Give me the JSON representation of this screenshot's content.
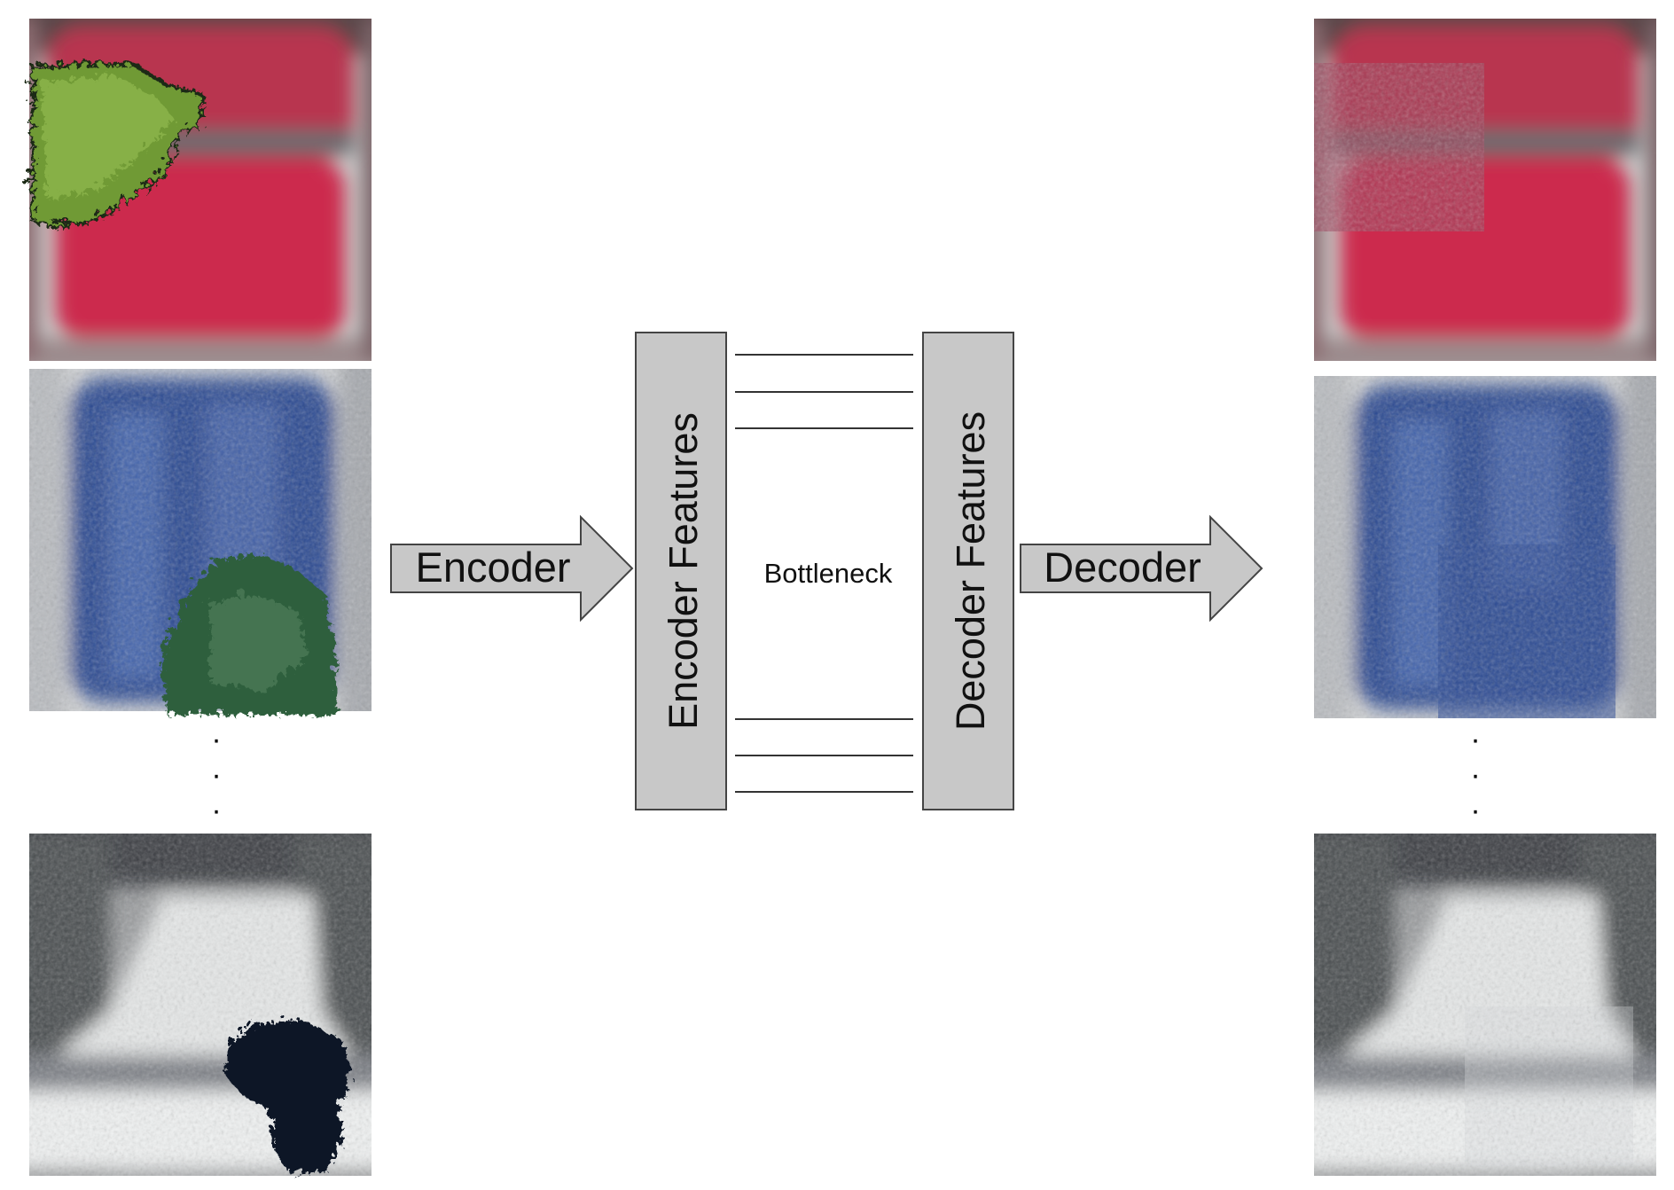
{
  "diagram": {
    "labels": {
      "encoder": "Encoder",
      "decoder": "Decoder",
      "encoder_features": "Encoder Features",
      "decoder_features": "Decoder Features",
      "bottleneck": "Bottleneck"
    },
    "ellipsis": "·",
    "input_images": [
      {
        "subject": "red cylinder with green occluding patch"
      },
      {
        "subject": "blue cylinder with green occluding patch"
      },
      {
        "subject": "grey cylinder with dark occluding patch"
      }
    ],
    "output_images": [
      {
        "subject": "reconstructed red cylinder"
      },
      {
        "subject": "reconstructed blue cylinder"
      },
      {
        "subject": "reconstructed grey cylinder"
      }
    ],
    "colors": {
      "block_fill": "#c8c8c8",
      "block_stroke": "#444444",
      "arrow_fill": "#c8c8c8",
      "line": "#333333",
      "red_object": "#cc2a4e",
      "blue_object": "#2a4a92",
      "grey_object": "#e6e8e8",
      "green_patch": "#6f9a35",
      "dark_green_patch": "#2f5e3c",
      "dark_patch": "#101828"
    }
  }
}
